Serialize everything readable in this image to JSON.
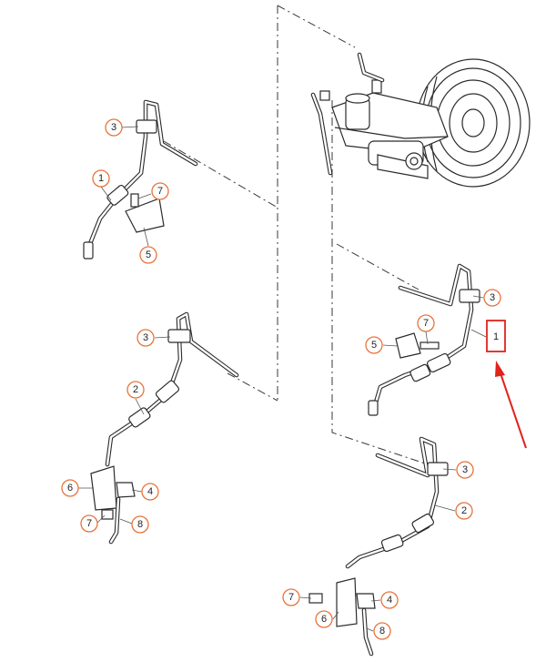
{
  "callouts": [
    {
      "label": "3"
    },
    {
      "label": "1"
    },
    {
      "label": "7"
    },
    {
      "label": "5"
    },
    {
      "label": "3"
    },
    {
      "label": "2"
    },
    {
      "label": "6"
    },
    {
      "label": "4"
    },
    {
      "label": "7"
    },
    {
      "label": "8"
    },
    {
      "label": "3"
    },
    {
      "label": "7"
    },
    {
      "label": "5"
    },
    {
      "label": "1"
    },
    {
      "label": "3"
    },
    {
      "label": "2"
    },
    {
      "label": "7"
    },
    {
      "label": "4"
    },
    {
      "label": "6"
    },
    {
      "label": "8"
    }
  ],
  "highlight": {
    "color": "#e0231c",
    "accent": "#e8743b"
  }
}
